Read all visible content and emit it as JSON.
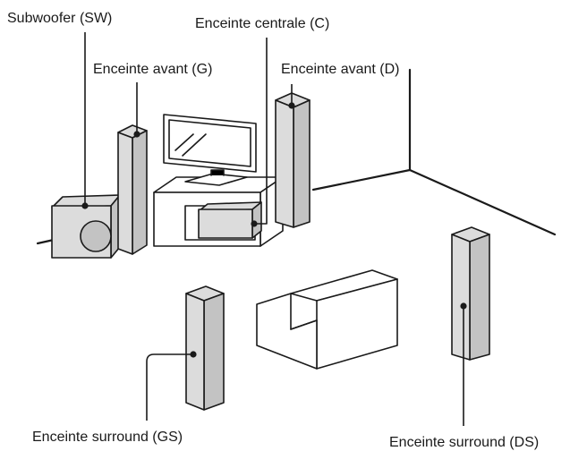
{
  "labels": {
    "subwoofer": "Subwoofer (SW)",
    "center": "Enceinte centrale (C)",
    "front_left": "Enceinte avant (G)",
    "front_right": "Enceinte avant (D)",
    "surround_left": "Enceinte surround (GS)",
    "surround_right": "Enceinte surround (DS)"
  },
  "colors": {
    "line": "#1a1a1a",
    "speaker_light": "#dcdcdc",
    "speaker_mid": "#c3c3c3",
    "speaker_dark": "#a9a9a9",
    "background": "#ffffff"
  }
}
